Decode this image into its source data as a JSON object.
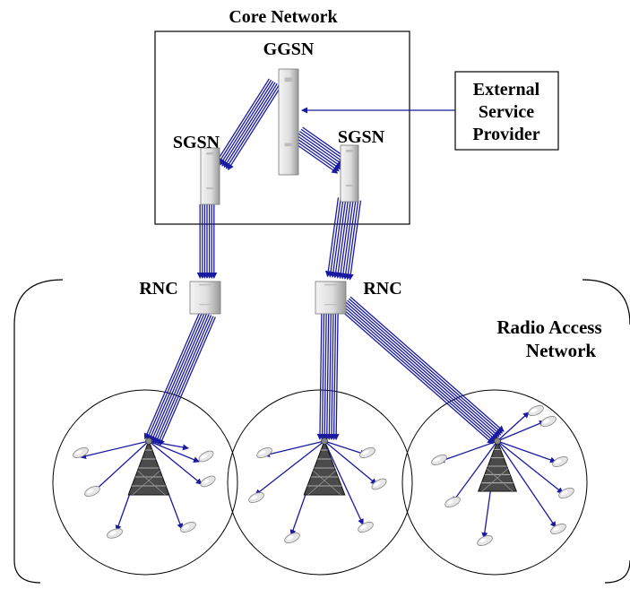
{
  "labels": {
    "core_network": "Core Network",
    "ggsn": "GGSN",
    "sgsn_left": "SGSN",
    "sgsn_right": "SGSN",
    "external_line1": "External",
    "external_line2": "Service",
    "external_line3": "Provider",
    "rnc_left": "RNC",
    "rnc_right": "RNC",
    "ran_line1": "Radio Access",
    "ran_line2": "Network"
  },
  "colors": {
    "link": "#1a1aa0",
    "outline": "#000000",
    "equipment": "#dcdcdc",
    "tower": "#222222"
  },
  "icons": [
    "server-icon",
    "tower-icon",
    "phone-icon"
  ]
}
